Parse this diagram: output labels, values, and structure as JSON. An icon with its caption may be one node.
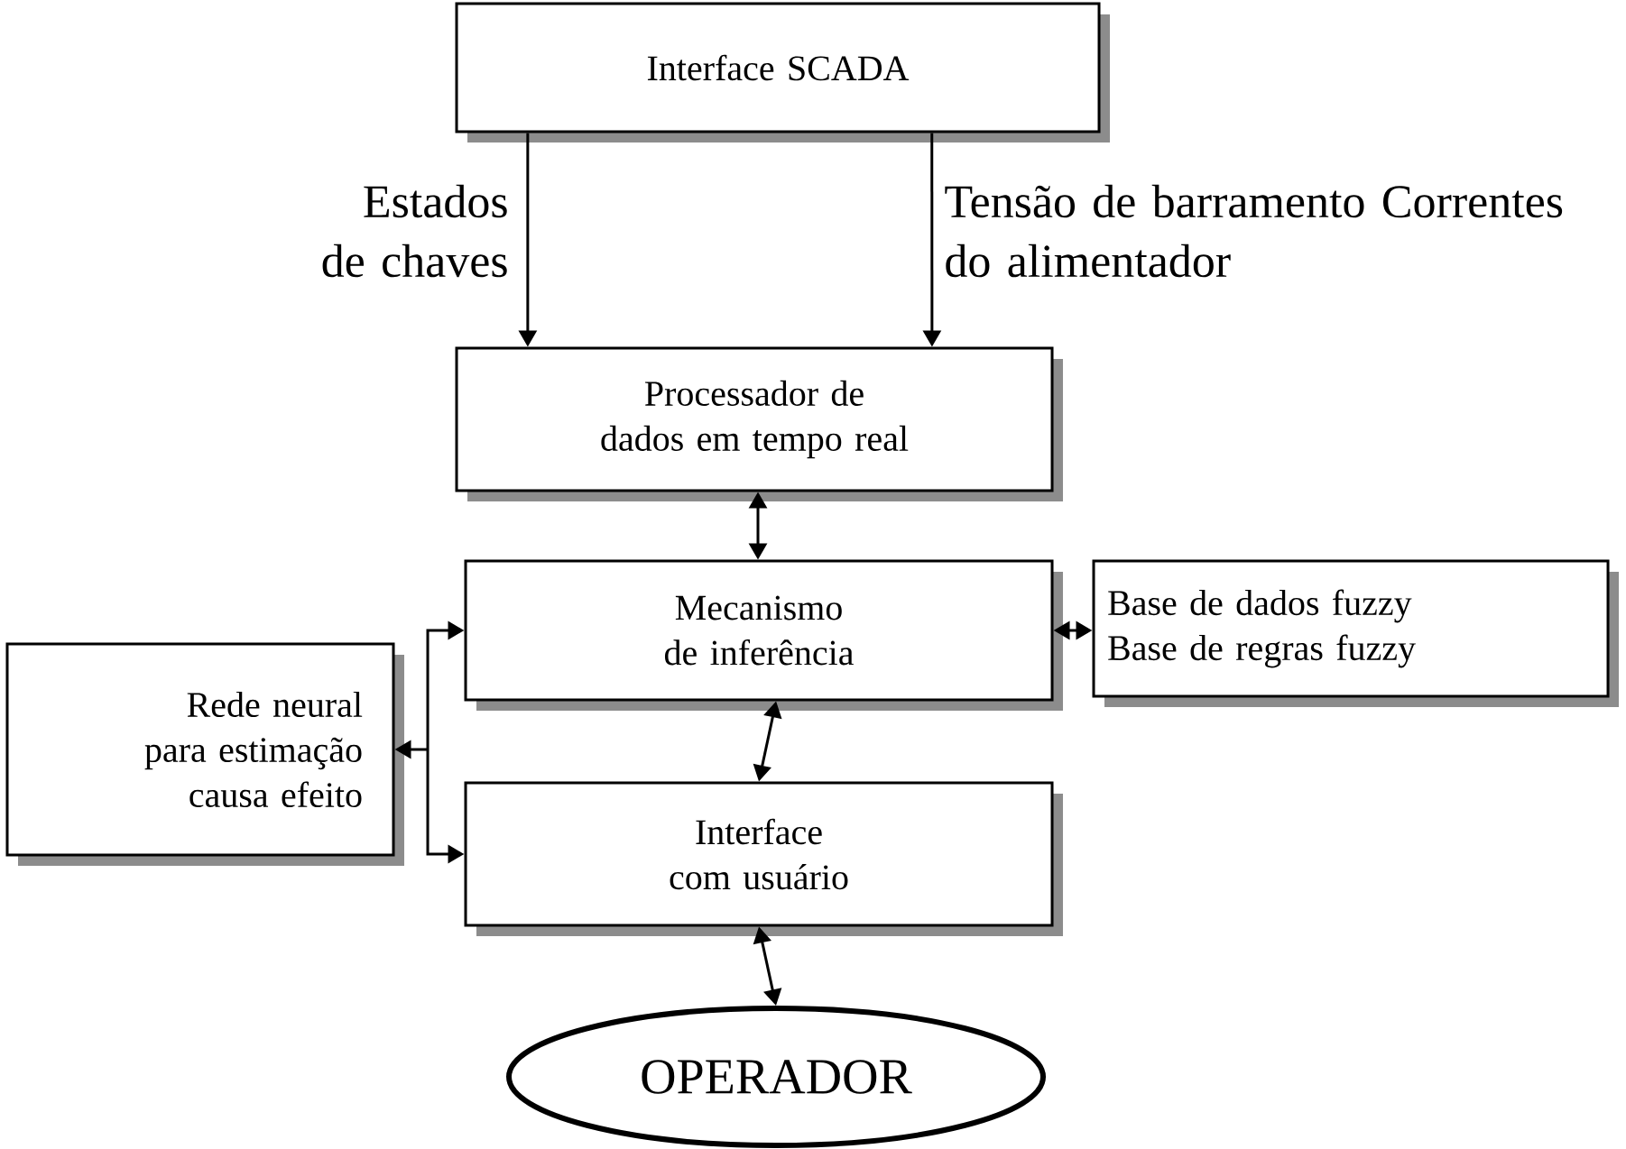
{
  "diagram": {
    "nodes": [
      {
        "text": [
          "Interface SCADA"
        ]
      },
      {
        "text": [
          "Processador de dados em tempo real"
        ]
      },
      {
        "text": [
          "Mecanismo de inferência"
        ]
      },
      {
        "text": [
          "Base de dados fuzzy",
          "Base de regras fuzzy"
        ]
      },
      {
        "text": [
          "Rede neural para estimação causa efeito"
        ]
      },
      {
        "text": [
          "Interface com usuário"
        ]
      },
      {
        "text": [
          "OPERADOR"
        ]
      }
    ],
    "edges": [
      {
        "from": 0,
        "to": 1,
        "arrow": "to",
        "label": "Estados de chaves"
      },
      {
        "from": 0,
        "to": 1,
        "arrow": "to",
        "label": "Tensão de barramento Correntes do alimentador"
      },
      {
        "from": 1,
        "to": 2,
        "arrow": "both"
      },
      {
        "from": 2,
        "to": 3,
        "arrow": "both"
      },
      {
        "from": 4,
        "to": 2,
        "arrow": "both"
      },
      {
        "from": 2,
        "to": 5,
        "arrow": "both"
      },
      {
        "from": 4,
        "to": 5,
        "arrow": "both"
      },
      {
        "from": 5,
        "to": 6,
        "arrow": "both"
      }
    ]
  }
}
